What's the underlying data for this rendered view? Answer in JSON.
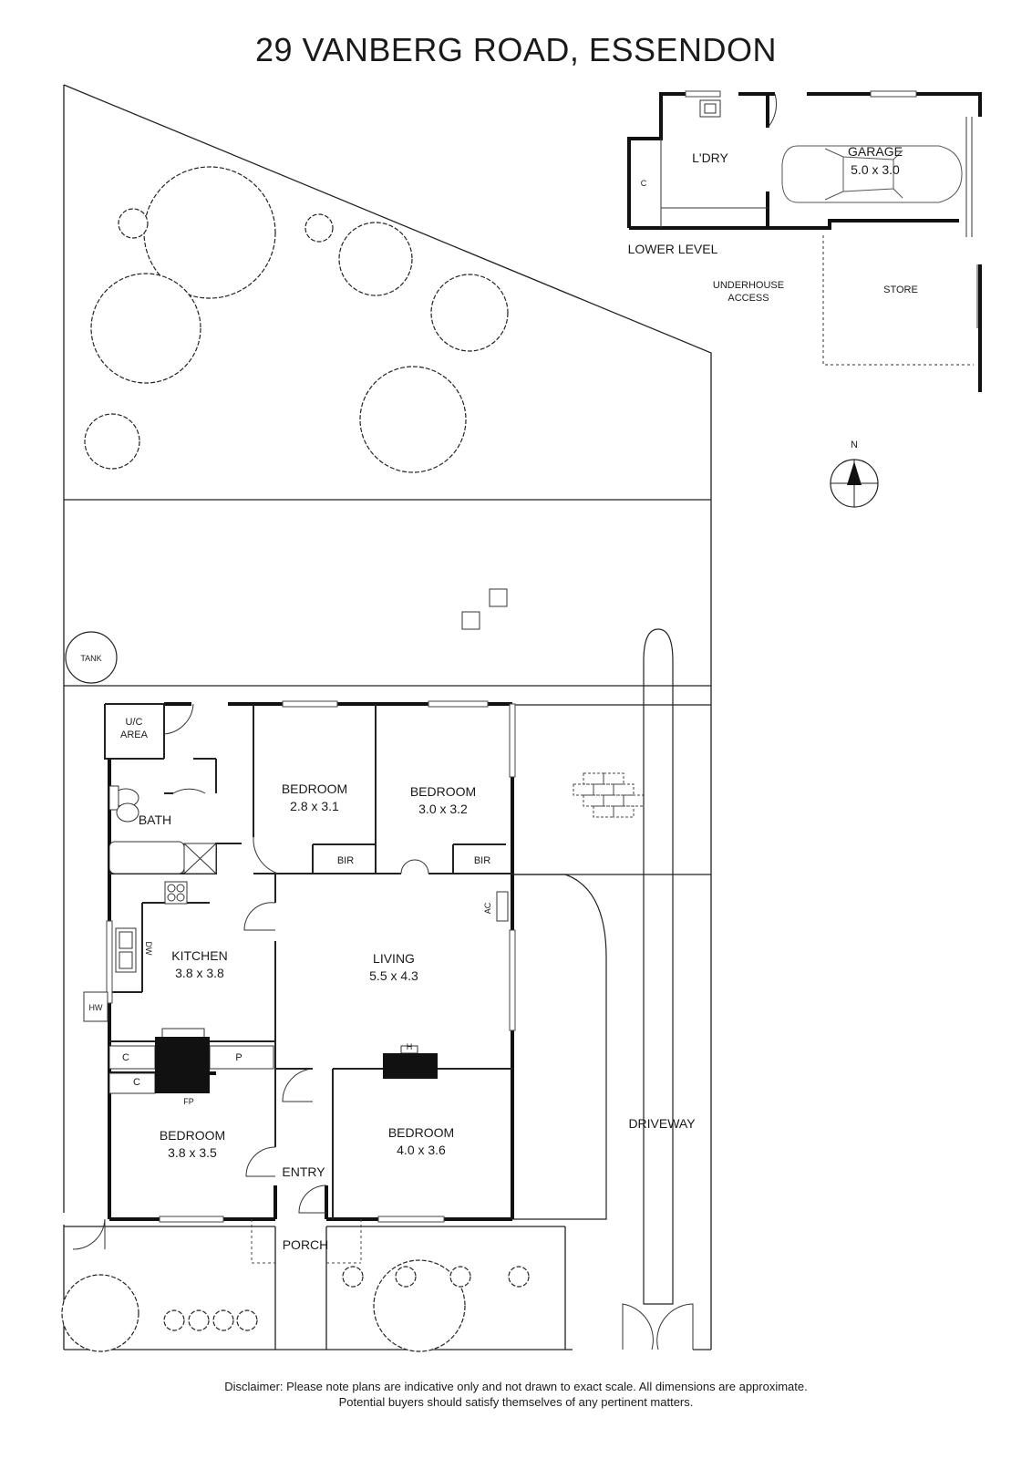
{
  "title": "29 VANBERG ROAD, ESSENDON",
  "garage": {
    "name": "GARAGE",
    "dims": "5.0 x 3.0"
  },
  "ldry": "L'DRY",
  "c_lower": "C",
  "lower_level": "LOWER LEVEL",
  "underhouse": {
    "line1": "UNDERHOUSE",
    "line2": "ACCESS"
  },
  "store": "STORE",
  "compass": "N",
  "tank": "TANK",
  "uc_area": {
    "line1": "U/C",
    "line2": "AREA"
  },
  "bath": "BATH",
  "bedroom_nw": {
    "name": "BEDROOM",
    "dims": "2.8 x 3.1"
  },
  "bedroom_ne": {
    "name": "BEDROOM",
    "dims": "3.0 x 3.2"
  },
  "bir": "BIR",
  "ac": "AC",
  "kitchen": {
    "name": "KITCHEN",
    "dims": "3.8 x 3.8"
  },
  "dw": "DW",
  "hw": "HW",
  "living": {
    "name": "LIVING",
    "dims": "5.5 x 4.3"
  },
  "h": "H",
  "c": "C",
  "p": "P",
  "fp": "FP",
  "bedroom_sw": {
    "name": "BEDROOM",
    "dims": "3.8 x 3.5"
  },
  "bedroom_se": {
    "name": "BEDROOM",
    "dims": "4.0 x 3.6"
  },
  "entry": "ENTRY",
  "porch": "PORCH",
  "driveway": "DRIVEWAY",
  "disclaimer": {
    "line1": "Disclaimer: Please note plans are indicative only and not drawn to exact scale. All dimensions are approximate.",
    "line2": "Potential buyers should satisfy themselves of any pertinent matters."
  }
}
